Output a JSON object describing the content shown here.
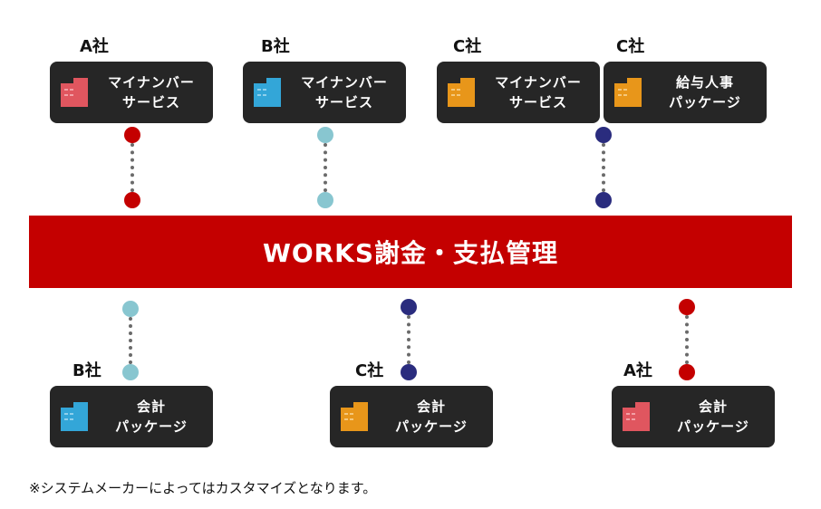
{
  "colors": {
    "red": "#c40000",
    "light_blue": "#88c6d0",
    "navy": "#2a2c7e",
    "box_bg": "#262626",
    "icon_red": "#e0565f",
    "icon_blue": "#33a6d8",
    "icon_orange": "#e8961a"
  },
  "top": [
    {
      "company": "A社",
      "line1": "マイナンバー",
      "line2": "サービス",
      "icon": "building-icon-red"
    },
    {
      "company": "B社",
      "line1": "マイナンバー",
      "line2": "サービス",
      "icon": "building-icon-blue"
    },
    {
      "company": "C社",
      "line1": "マイナンバー",
      "line2": "サービス",
      "icon": "building-icon-orange"
    },
    {
      "company": "C社",
      "line1": "給与人事",
      "line2": "パッケージ",
      "icon": "building-icon-orange"
    }
  ],
  "center": {
    "title": "WORKS謝金・支払管理"
  },
  "bottom": [
    {
      "company": "B社",
      "line1": "会計",
      "line2": "パッケージ",
      "icon": "building-icon-blue"
    },
    {
      "company": "C社",
      "line1": "会計",
      "line2": "パッケージ",
      "icon": "building-icon-orange"
    },
    {
      "company": "A社",
      "line1": "会計",
      "line2": "パッケージ",
      "icon": "building-icon-red"
    }
  ],
  "note": "※システムメーカーによってはカスタマイズとなります。"
}
